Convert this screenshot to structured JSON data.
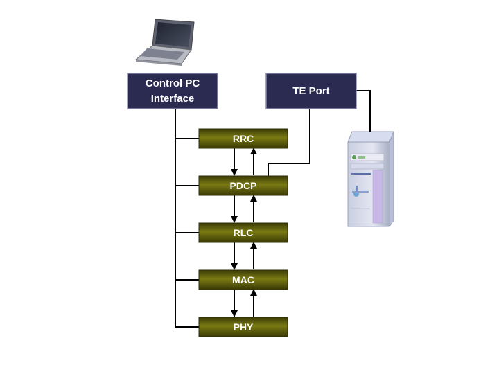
{
  "diagram": {
    "control_pc_interface": {
      "line1": "Control PC",
      "line2": "Interface"
    },
    "te_port": {
      "label": "TE Port"
    },
    "layers": {
      "rrc": "RRC",
      "pdcp": "PDCP",
      "rlc": "RLC",
      "mac": "MAC",
      "phy": "PHY"
    },
    "icons": {
      "laptop": "laptop-icon",
      "server": "server-tower-icon"
    }
  },
  "colors": {
    "interface_box_fill": "#2b2b52",
    "interface_box_text": "#ffffff",
    "layer_box_fill": "#6b6b10",
    "layer_box_text": "#ffffff",
    "connector": "#000000"
  }
}
